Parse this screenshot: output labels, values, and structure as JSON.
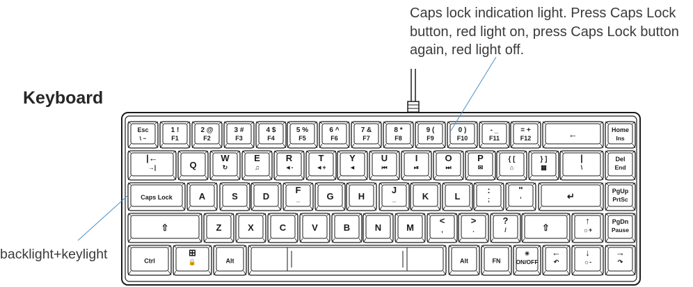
{
  "title": "Keyboard",
  "caps_note": "Caps lock indication light. Press Caps Lock button, red light on, press Caps Lock button again, red light off.",
  "backlight_note": "backlight+keylight",
  "keys": {
    "row0": [
      {
        "n": "esc",
        "t": "Esc",
        "b": "\\ ~"
      },
      {
        "n": "1",
        "t": "1 !",
        "b": "F1"
      },
      {
        "n": "2",
        "t": "2 @",
        "b": "F2"
      },
      {
        "n": "3",
        "t": "3 #",
        "b": "F3"
      },
      {
        "n": "4",
        "t": "4 $",
        "b": "F4"
      },
      {
        "n": "5",
        "t": "5 %",
        "b": "F5"
      },
      {
        "n": "6",
        "t": "6 ^",
        "b": "F6"
      },
      {
        "n": "7",
        "t": "7 &",
        "b": "F7"
      },
      {
        "n": "8",
        "t": "8 *",
        "b": "F8"
      },
      {
        "n": "9",
        "t": "9 (",
        "b": "F9"
      },
      {
        "n": "0",
        "t": "0 )",
        "b": "F10"
      },
      {
        "n": "minus",
        "t": "- _",
        "b": "F11"
      },
      {
        "n": "equal",
        "t": "= +",
        "b": "F12"
      },
      {
        "n": "backspace",
        "t": "←",
        "b": ""
      },
      {
        "n": "home-ins",
        "t": "Home",
        "b": "Ins"
      }
    ],
    "row1": [
      {
        "n": "tab",
        "t": "|←",
        "b": "→|"
      },
      {
        "n": "q",
        "t": "Q",
        "b": ""
      },
      {
        "n": "w",
        "t": "W",
        "b": "↻"
      },
      {
        "n": "e",
        "t": "E",
        "b": "♫"
      },
      {
        "n": "r",
        "t": "R",
        "b": "◄-"
      },
      {
        "n": "t",
        "t": "T",
        "b": "◄+"
      },
      {
        "n": "y",
        "t": "Y",
        "b": "◄"
      },
      {
        "n": "u",
        "t": "U",
        "b": "⏮"
      },
      {
        "n": "i",
        "t": "I",
        "b": "⏯"
      },
      {
        "n": "o",
        "t": "O",
        "b": "⏭"
      },
      {
        "n": "p",
        "t": "P",
        "b": "✉"
      },
      {
        "n": "bracket-left",
        "t": "{ [",
        "b": "⌂"
      },
      {
        "n": "bracket-right",
        "t": "} ]",
        "b": "▦"
      },
      {
        "n": "backslash",
        "t": "|",
        "b": "\\"
      },
      {
        "n": "del-end",
        "t": "Del",
        "b": "End"
      }
    ],
    "row2": [
      {
        "n": "caps-lock",
        "t": "Caps Lock",
        "b": ""
      },
      {
        "n": "a",
        "t": "A",
        "b": ""
      },
      {
        "n": "s",
        "t": "S",
        "b": ""
      },
      {
        "n": "d",
        "t": "D",
        "b": ""
      },
      {
        "n": "f",
        "t": "F",
        "b": "_"
      },
      {
        "n": "g",
        "t": "G",
        "b": ""
      },
      {
        "n": "h",
        "t": "H",
        "b": ""
      },
      {
        "n": "j",
        "t": "J",
        "b": "_"
      },
      {
        "n": "k",
        "t": "K",
        "b": ""
      },
      {
        "n": "l",
        "t": "L",
        "b": ""
      },
      {
        "n": "semicolon",
        "t": ":",
        "b": ";"
      },
      {
        "n": "quote",
        "t": "\"",
        "b": "'"
      },
      {
        "n": "enter",
        "t": "↵",
        "b": ""
      },
      {
        "n": "pgup-prtsc",
        "t": "PgUp",
        "b": "PrtSc"
      }
    ],
    "row3": [
      {
        "n": "shift-left",
        "t": "⇧",
        "b": ""
      },
      {
        "n": "z",
        "t": "Z",
        "b": ""
      },
      {
        "n": "x",
        "t": "X",
        "b": ""
      },
      {
        "n": "c",
        "t": "C",
        "b": ""
      },
      {
        "n": "v",
        "t": "V",
        "b": ""
      },
      {
        "n": "b",
        "t": "B",
        "b": ""
      },
      {
        "n": "n",
        "t": "N",
        "b": ""
      },
      {
        "n": "m",
        "t": "M",
        "b": ""
      },
      {
        "n": "comma",
        "t": "<",
        "b": ","
      },
      {
        "n": "period",
        "t": ">",
        "b": "."
      },
      {
        "n": "slash",
        "t": "?",
        "b": "/"
      },
      {
        "n": "shift-right",
        "t": "⇧",
        "b": ""
      },
      {
        "n": "up",
        "t": "↑",
        "b": "☼+"
      },
      {
        "n": "pgdn-pause",
        "t": "PgDn",
        "b": "Pause"
      }
    ],
    "row4": [
      {
        "n": "ctrl",
        "t": "Ctrl",
        "b": ""
      },
      {
        "n": "win",
        "t": "⊞",
        "b": "🔒"
      },
      {
        "n": "alt-left",
        "t": "Alt",
        "b": ""
      },
      {
        "n": "space",
        "t": "",
        "b": ""
      },
      {
        "n": "alt-right",
        "t": "Alt",
        "b": ""
      },
      {
        "n": "fn",
        "t": "FN",
        "b": ""
      },
      {
        "n": "light-toggle",
        "t": "☀",
        "b": "ON/OFF"
      },
      {
        "n": "left",
        "t": "←",
        "b": "↶"
      },
      {
        "n": "down",
        "t": "↓",
        "b": "☼-"
      },
      {
        "n": "right",
        "t": "→",
        "b": "↷"
      }
    ]
  },
  "colors": {
    "key_outline": "#1a1a1a",
    "key_fill": "#ffffff",
    "leader_line": "#4a90c8",
    "text": "#3a3a3a"
  }
}
